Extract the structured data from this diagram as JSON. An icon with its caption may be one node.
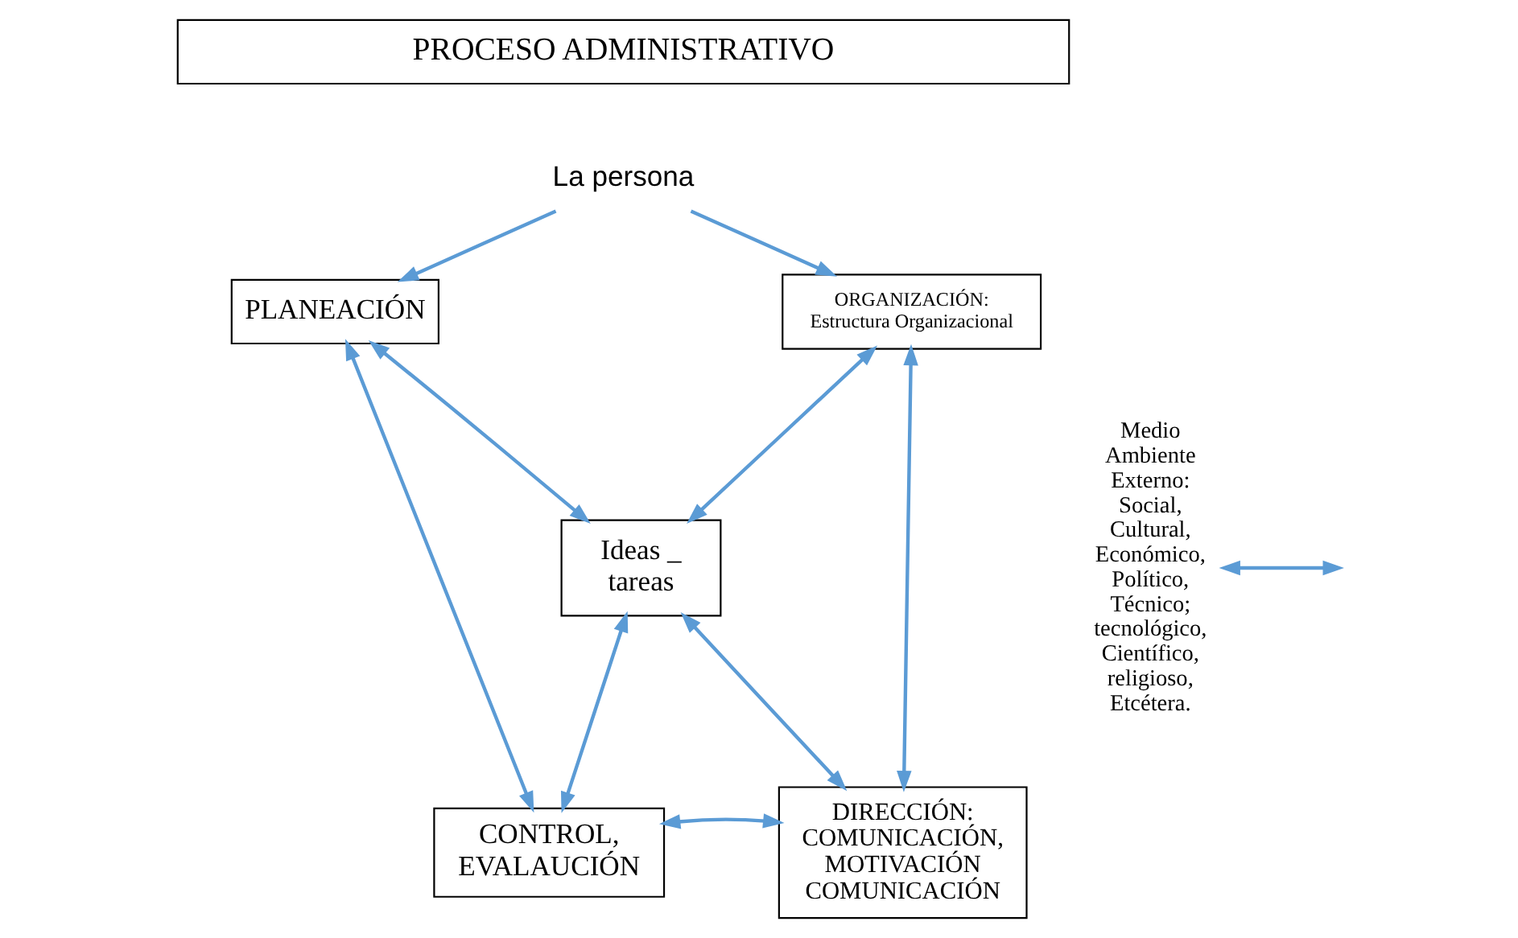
{
  "diagram": {
    "nodes": [
      {
        "text": [
          "PROCESO ADMINISTRATIVO"
        ]
      },
      {
        "text": [
          "La persona"
        ]
      },
      {
        "text": [
          "PLANEACIÓN"
        ]
      },
      {
        "text": [
          "ORGANIZACIÓN:",
          "Estructura Organizacional"
        ]
      },
      {
        "text": [
          "Ideas _ tareas"
        ]
      },
      {
        "text": [
          "DIRECCIÓN: COMUNICACIÓN, MOTIVACIÓN COMUNICACIÓN"
        ]
      },
      {
        "text": [
          "CONTROL, EVALAUCIÓN"
        ]
      },
      {
        "text": [
          "Medio Ambiente Externo: Social, Cultural, Económico, Político, Técnico; tecnológico, Científico, religioso, Etcétera."
        ]
      }
    ],
    "edges": [
      {
        "from": 1,
        "to": 2,
        "arrow": "to"
      },
      {
        "from": 1,
        "to": 3,
        "arrow": "to"
      },
      {
        "from": 2,
        "to": 4,
        "arrow": "both"
      },
      {
        "from": 3,
        "to": 4,
        "arrow": "both"
      },
      {
        "from": 2,
        "to": 6,
        "arrow": "both"
      },
      {
        "from": 3,
        "to": 5,
        "arrow": "both"
      },
      {
        "from": 4,
        "to": 6,
        "arrow": "both"
      },
      {
        "from": 4,
        "to": 5,
        "arrow": "both"
      },
      {
        "from": 6,
        "to": 5,
        "arrow": "both"
      },
      {
        "from": null,
        "to": 7,
        "arrow": "both"
      }
    ]
  }
}
